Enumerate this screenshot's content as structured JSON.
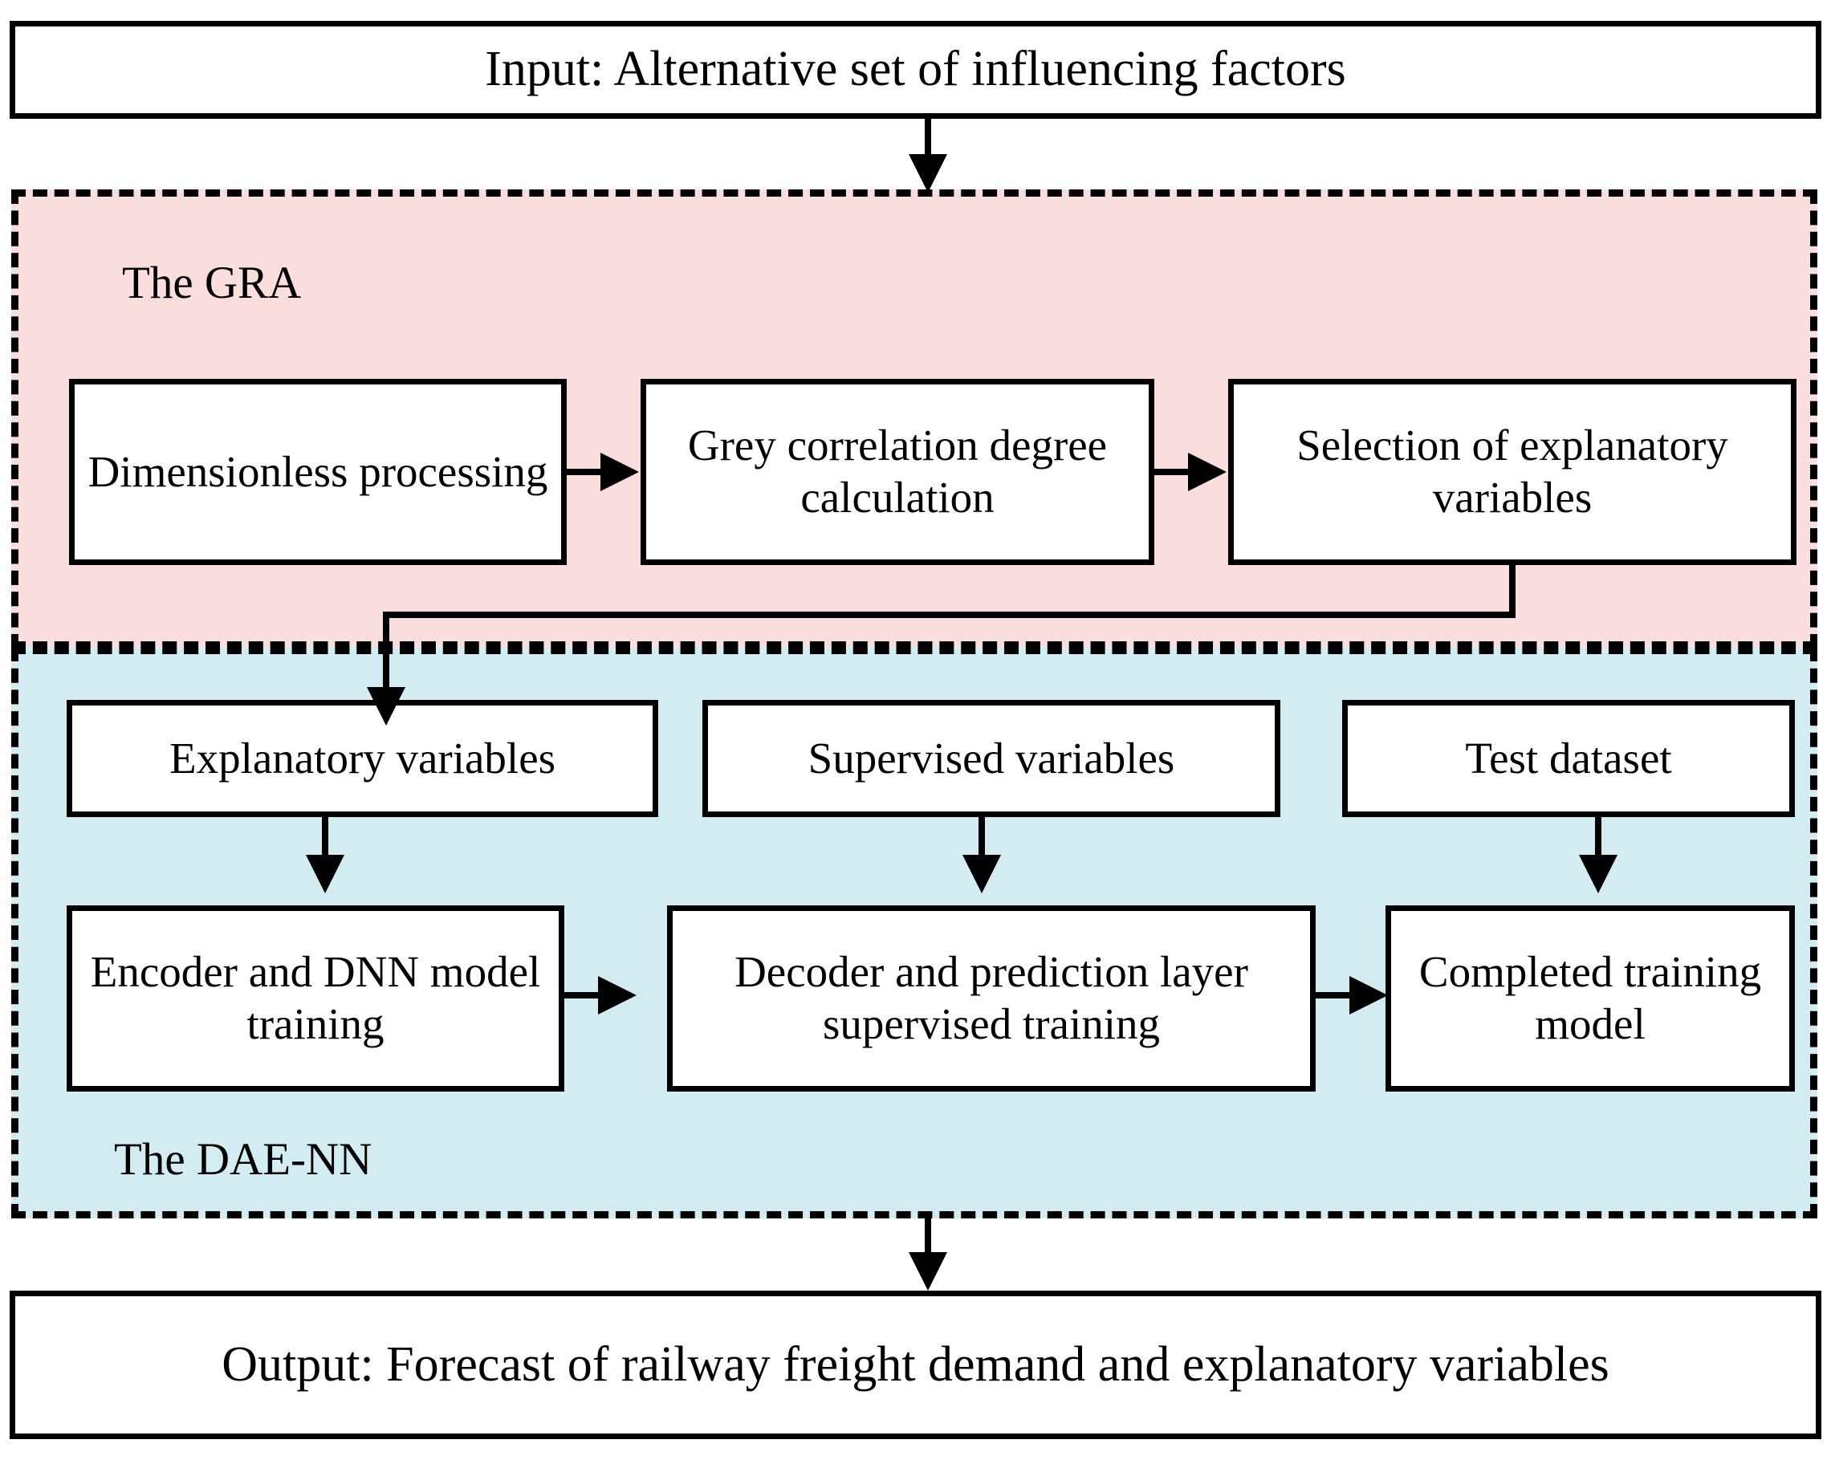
{
  "diagram": {
    "title_boxes": {
      "input": "Input: Alternative set of influencing factors",
      "output": "Output: Forecast of railway freight demand and explanatory variables"
    },
    "groups": [
      {
        "id": "gra",
        "label": "The GRA",
        "color": "#fadddd"
      },
      {
        "id": "dae",
        "label": "The DAE-NN",
        "color": "#d3ecf1"
      }
    ],
    "gra_steps": [
      {
        "id": "dimensionless-processing",
        "label": "Dimensionless processing"
      },
      {
        "id": "grey-correlation-degree-calculation",
        "label": "Grey correlation degree calculation"
      },
      {
        "id": "selection-of-explanatory-variables",
        "label": "Selection of explanatory variables"
      }
    ],
    "dae_inputs": [
      {
        "id": "explanatory-variables",
        "label": "Explanatory variables"
      },
      {
        "id": "supervised-variables",
        "label": "Supervised variables"
      },
      {
        "id": "test-dataset",
        "label": "Test dataset"
      }
    ],
    "dae_steps": [
      {
        "id": "encoder-and-dnn-model-training",
        "label": "Encoder and DNN model training"
      },
      {
        "id": "decoder-and-prediction-layer-supervised-training",
        "label": "Decoder and prediction layer supervised training"
      },
      {
        "id": "completed-training-model",
        "label": "Completed training model"
      }
    ],
    "connectors": [
      {
        "id": "input-to-gra",
        "type": "arrow-down"
      },
      {
        "id": "dimensionless-to-grey",
        "type": "arrow-right"
      },
      {
        "id": "grey-to-selection",
        "type": "arrow-right"
      },
      {
        "id": "selection-to-explanatory",
        "type": "elbow-down"
      },
      {
        "id": "explanatory-to-encoder",
        "type": "arrow-down"
      },
      {
        "id": "supervised-to-decoder",
        "type": "arrow-down"
      },
      {
        "id": "test-to-completed",
        "type": "arrow-down"
      },
      {
        "id": "encoder-to-decoder",
        "type": "arrow-right"
      },
      {
        "id": "decoder-to-completed",
        "type": "arrow-right"
      },
      {
        "id": "dae-to-output",
        "type": "arrow-down"
      }
    ]
  }
}
